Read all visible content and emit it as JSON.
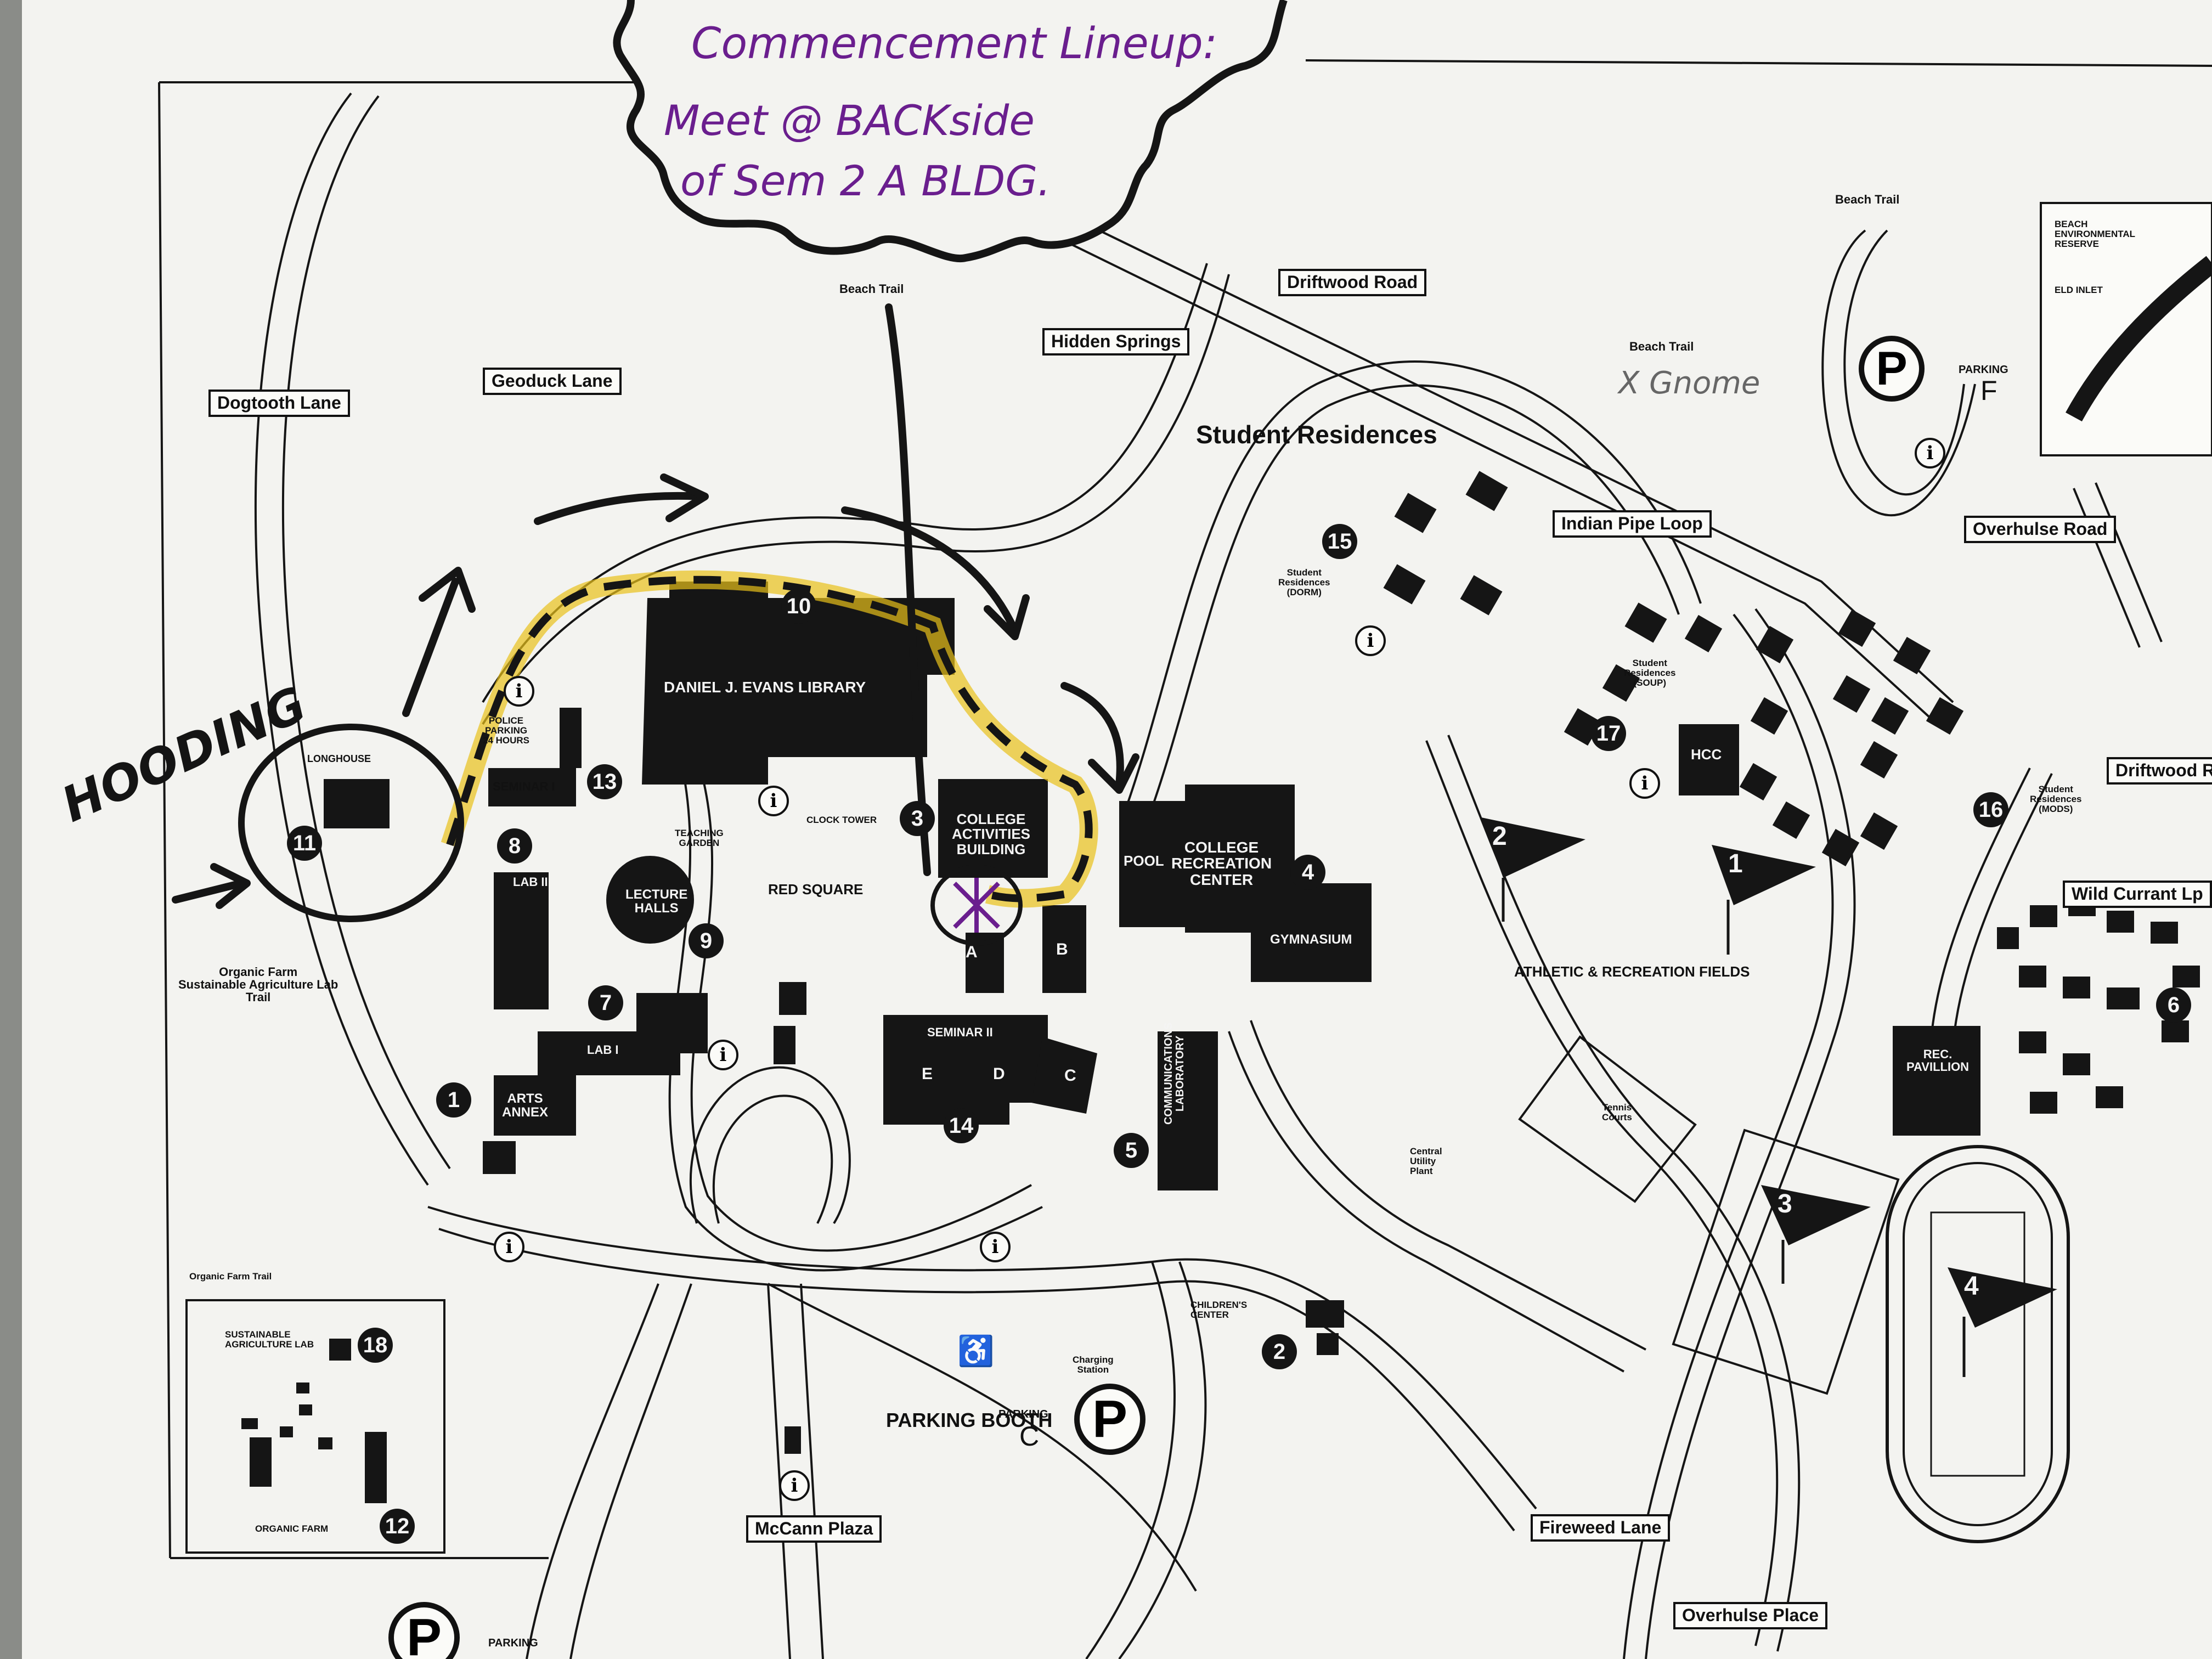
{
  "colors": {
    "paper": "#f3f3f0",
    "ink": "#151515",
    "purple": "#6a1e8e",
    "highlight": "#e8c11a"
  },
  "icons": [
    "parking-icon",
    "info-icon",
    "wheelchair-icon",
    "flag-icon",
    "bus-icon",
    "clock-tower-icon"
  ],
  "annotations": {
    "cloud_line1": "Commencement Lineup:",
    "cloud_line2": "Meet @ BACKside",
    "cloud_line3": "of Sem 2 A BLDG.",
    "hooding": "HOODING",
    "gnome": "X Gnome"
  },
  "areas": {
    "student_residences": "Student Residences",
    "athletic_fields": "ATHLETIC & RECREATION FIELDS",
    "red_square": "RED SQUARE",
    "parking_booth": "PARKING BOOTH",
    "organic_farm_trail_label": "Organic Farm\nSustainable Agriculture Lab\nTrail",
    "organic_farm_trail": "Organic Farm Trail",
    "tennis": "Tennis\nCourts",
    "central_utility": "Central\nUtility\nPlant",
    "charging": "Charging\nStation",
    "teaching_garden": "TEACHING\nGARDEN",
    "clock_tower": "CLOCK TOWER",
    "beach_trail_1": "Beach Trail",
    "beach_trail_2": "Beach Trail",
    "beach_trail_3": "Beach Trail",
    "beach_reserve": "BEACH\nENVIRONMENTAL\nRESERVE",
    "eld_inlet": "ELD INLET"
  },
  "roads": {
    "dogtooth": "Dogtooth Lane",
    "geoduck": "Geoduck Lane",
    "hidden_springs": "Hidden Springs",
    "driftwood": "Driftwood Road",
    "driftwood2": "Driftwood R",
    "indian_pipe": "Indian Pipe Loop",
    "overhulse_road": "Overhulse Road",
    "wild_currant": "Wild Currant Lp",
    "mccann": "McCann Plaza",
    "fireweed": "Fireweed Lane",
    "overhulse_place": "Overhulse Place"
  },
  "buildings": {
    "library": "DANIEL J. EVANS LIBRARY",
    "longhouse": "LONGHOUSE",
    "police": "POLICE\nPARKING\n24 HOURS",
    "seminar1": "SEMINAR I",
    "lab2": "LAB II",
    "lab1": "LAB I",
    "lecture": "LECTURE\nHALLS",
    "cab": "COLLEGE\nACTIVITIES\nBUILDING",
    "pool": "POOL",
    "crc": "COLLEGE\nRECREATION\nCENTER",
    "gym": "GYMNASIUM",
    "arts": "ARTS\nANNEX",
    "seminar2": "SEMINAR II",
    "comm": "COMMUNICATIONS\nLABORATORY",
    "children": "CHILDREN'S\nCENTER",
    "sustainable": "SUSTAINABLE\nAGRICULTURE LAB",
    "organic": "ORGANIC FARM",
    "rec_pavilion": "REC.\nPAVILLION",
    "hcc": "HCC",
    "dorm": "Student\nResidences\n(DORM)",
    "soup": "Student\nResidences\n(SOUP)",
    "mods": "Student\nResidences\n(MODS)",
    "sA": "A",
    "sB": "B",
    "sC": "C",
    "sD": "D",
    "sE": "E"
  },
  "parking": {
    "p": "P",
    "c_label": "PARKING",
    "c_letter": "C",
    "f_label": "PARKING",
    "f_letter": "F",
    "b_label": "PARKING"
  },
  "markers": [
    "1",
    "2",
    "3",
    "4",
    "5",
    "6",
    "7",
    "8",
    "9",
    "10",
    "11",
    "12",
    "13",
    "14",
    "15",
    "16",
    "17",
    "18"
  ],
  "fields": [
    "1",
    "2",
    "3",
    "4"
  ]
}
